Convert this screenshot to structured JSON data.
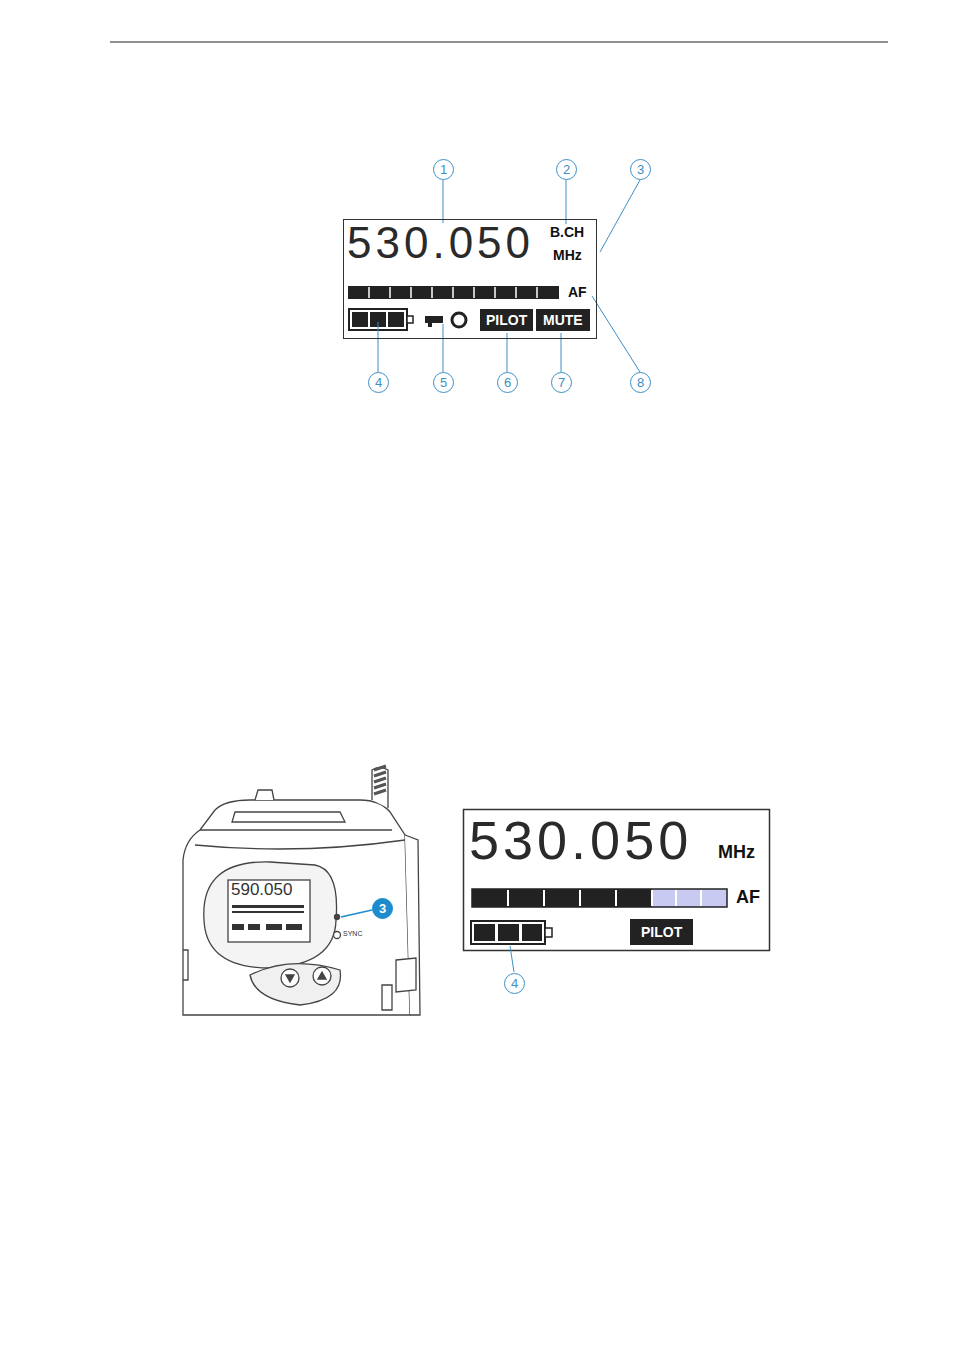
{
  "diagram": {
    "nodes": [
      {
        "text": [
          "530.050",
          "B.CH",
          "MHz",
          "AF"
        ]
      },
      {
        "text": [
          "PILOT"
        ],
        "in": 0
      },
      {
        "text": [
          "MUTE"
        ],
        "in": 0
      },
      {
        "text": [
          "530.050",
          "MHz",
          "AF"
        ]
      },
      {
        "text": [
          "PILOT"
        ],
        "in": 3
      }
    ],
    "labels": [
      "1",
      "2",
      "3",
      "4",
      "5",
      "6",
      "7",
      "8",
      "590.050",
      "SYNC",
      "3",
      "4"
    ]
  }
}
